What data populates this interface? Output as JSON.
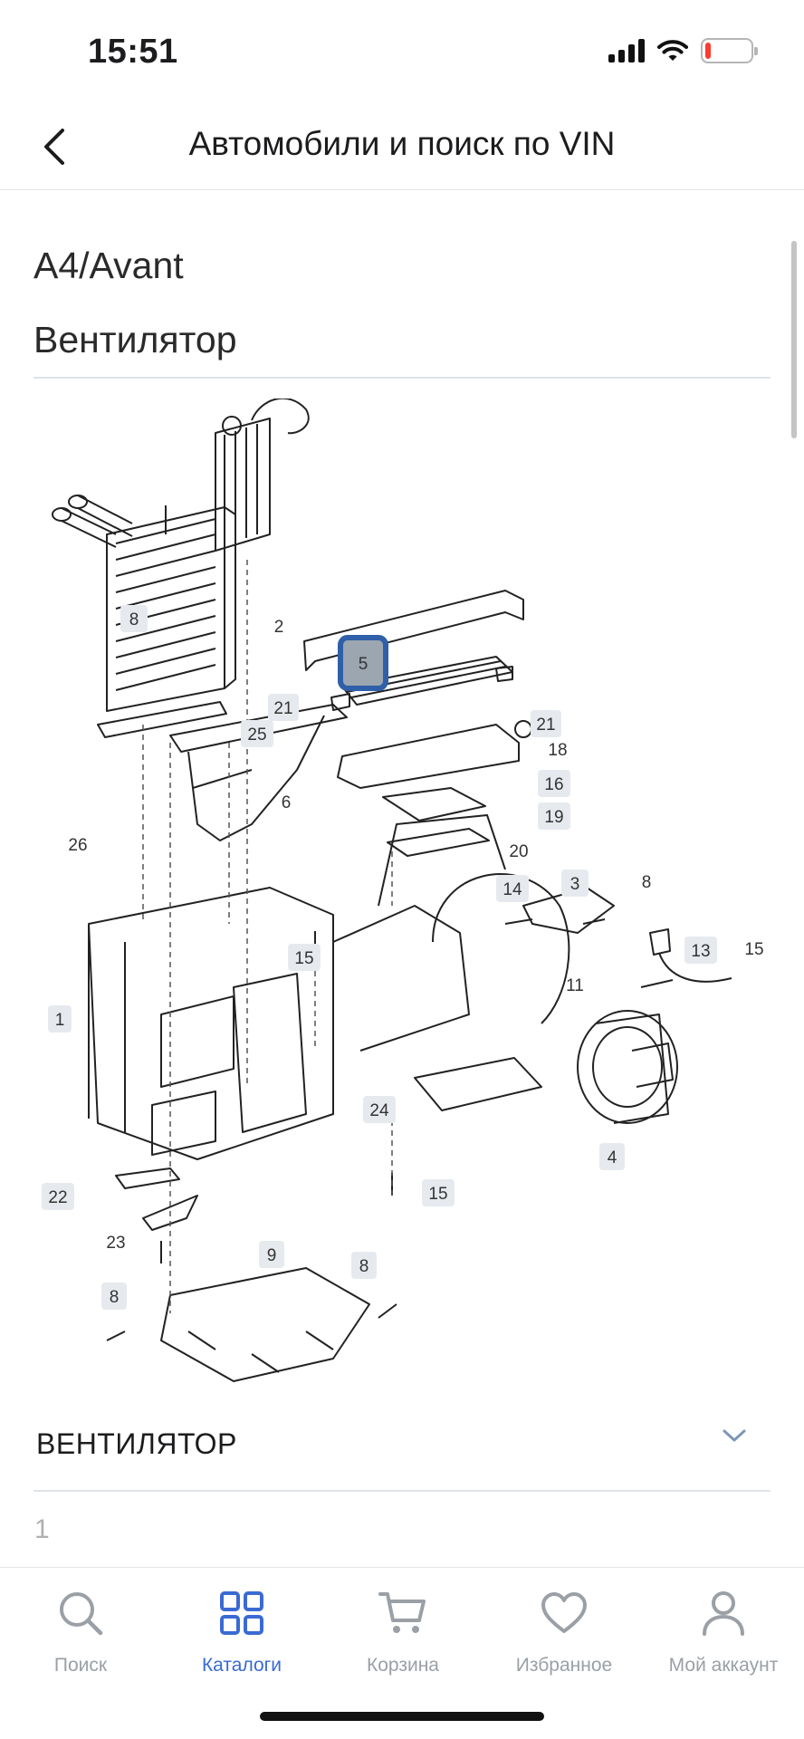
{
  "status_bar": {
    "time": "15:51",
    "battery_level": 0.12,
    "battery_color": "#ff3b30"
  },
  "nav": {
    "title": "Автомобили и поиск по VIN",
    "back_icon": "chevron-left-icon"
  },
  "content": {
    "model": "A4/Avant",
    "group": "Вентилятор",
    "section_title": "ВЕНТИЛЯТОР",
    "first_row_number": "1"
  },
  "diagram": {
    "highlighted_part": "5",
    "highlight_color": "#2f5fa8",
    "labels": [
      "8",
      "2",
      "5",
      "21",
      "21",
      "18",
      "25",
      "6",
      "16",
      "19",
      "26",
      "20",
      "14",
      "3",
      "8",
      "15",
      "11",
      "13",
      "15",
      "1",
      "24",
      "4",
      "15",
      "22",
      "23",
      "9",
      "8",
      "8"
    ]
  },
  "tabs": [
    {
      "label": "Поиск",
      "icon": "search-icon",
      "active": false
    },
    {
      "label": "Каталоги",
      "icon": "grid-icon",
      "active": true
    },
    {
      "label": "Корзина",
      "icon": "cart-icon",
      "active": false
    },
    {
      "label": "Избранное",
      "icon": "heart-icon",
      "active": false
    },
    {
      "label": "Мой аккаунт",
      "icon": "user-icon",
      "active": false
    }
  ],
  "colors": {
    "accent": "#3a6ad4",
    "inactive": "#9aa0a6",
    "divider": "#dfe3e8"
  }
}
